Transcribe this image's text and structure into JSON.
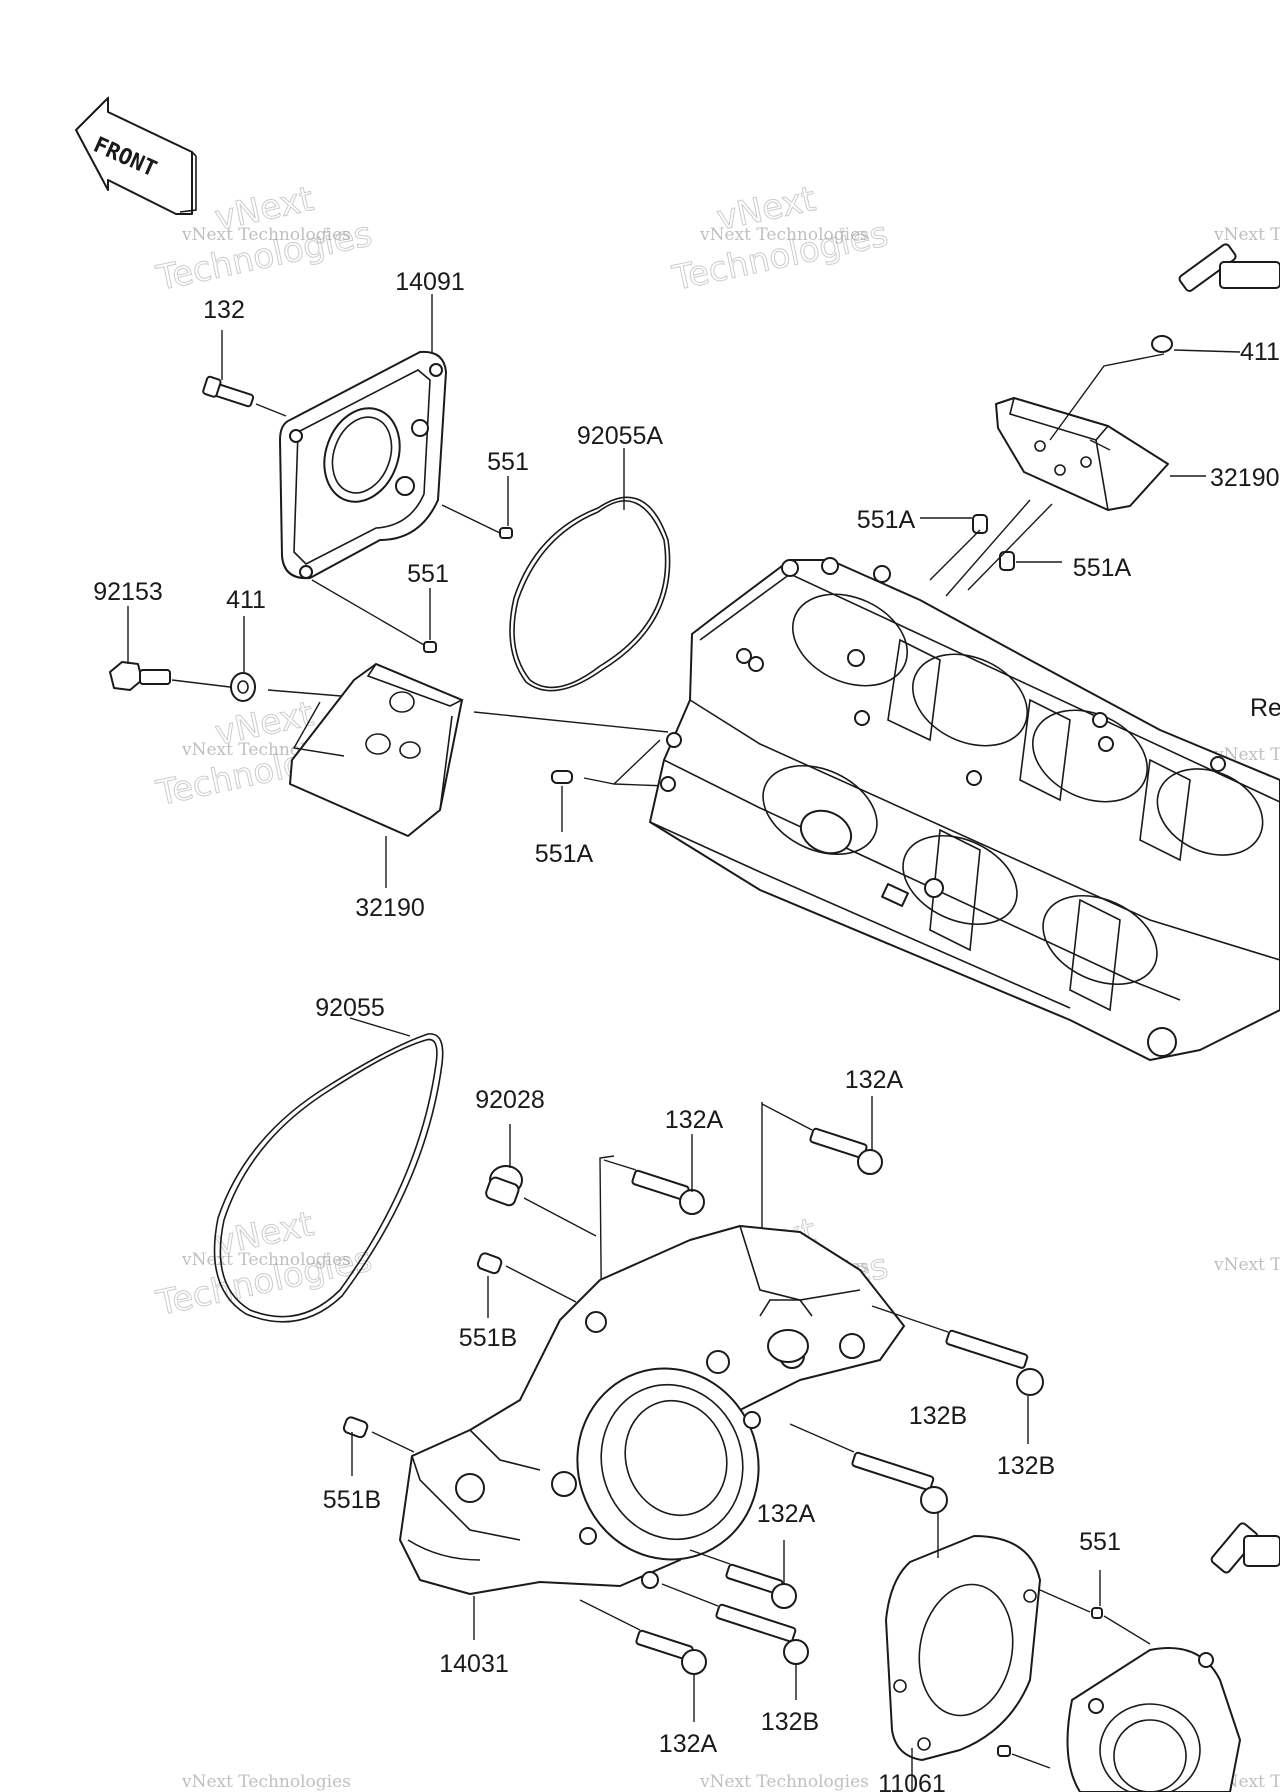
{
  "diagram": {
    "direction_label": "FRONT",
    "watermark": {
      "line1": "vNext Technologies",
      "line2": "vNext",
      "line3": "Technologies"
    },
    "parts": {
      "p14091": "14091",
      "p132_top": "132",
      "p551_a": "551",
      "p551_b": "551",
      "p92055A": "92055A",
      "p92153": "92153",
      "p411_left": "411",
      "p32190_left": "32190",
      "p551A_left": "551A",
      "p551A_top1": "551A",
      "p551A_top2": "551A",
      "p411_right": "411",
      "p32190_right": "32190",
      "pRe": "Re",
      "p92055": "92055",
      "p92028": "92028",
      "p132A_1": "132A",
      "p132A_2": "132A",
      "p551B_1": "551B",
      "p551B_2": "551B",
      "p132B_1": "132B",
      "p132B_2": "132B",
      "p132A_3": "132A",
      "p14031": "14031",
      "p132A_4": "132A",
      "p132B_3": "132B",
      "p551_c": "551",
      "p11061": "11061"
    }
  }
}
